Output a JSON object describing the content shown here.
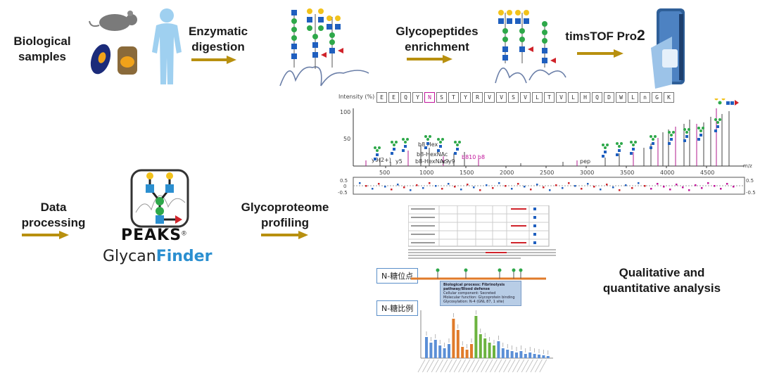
{
  "steps": {
    "biological_samples": "Biological\nsamples",
    "enzymatic_digestion": "Enzymatic\ndigestion",
    "glycopeptides_enrichment": "Glycopeptides\nenrichment",
    "instrument": "timsTOF Pro",
    "instrument_suffix": "2",
    "data_processing": "Data\nprocessing",
    "glycoproteome_profiling": "Glycoproteome\nprofiling",
    "qualitative_quantitative": "Qualitative and\nquantitative analysis"
  },
  "software": {
    "name": "PEAKS",
    "registered": "®",
    "product_prefix": "Glycan",
    "product_suffix": "Finder"
  },
  "spectrum": {
    "y_axis_label": "Intensity (%)",
    "sequence": [
      "E",
      "E",
      "Q",
      "Y",
      "N",
      "S",
      "T",
      "Y",
      "R",
      "V",
      "V",
      "S",
      "V",
      "L",
      "T",
      "V",
      "L",
      "H",
      "Q",
      "D",
      "W",
      "L",
      "n",
      "G",
      "K"
    ],
    "highlight_index": 4,
    "y_ticks": [
      "100",
      "50"
    ],
    "x_ticks": [
      "500",
      "1000",
      "1500",
      "2000",
      "2500",
      "3000",
      "3500",
      "4000",
      "4500"
    ],
    "x_unit": "m/z",
    "peak_labels": [
      "y9(2+)",
      "y5",
      "b8-HexNAc",
      "y9",
      "b8-HexNAc y9",
      "b8 Hex",
      "b810 b8",
      "pep"
    ],
    "err_ticks_left": [
      "0.5",
      "0",
      "-0.5"
    ],
    "err_ticks_right": [
      "0.5",
      "-0.5"
    ]
  },
  "report": {
    "tag_site": "N-糖位点",
    "tag_ratio": "N-糖比例",
    "popup_title": "Biological process: Fibrinolysis pathway/Blood defense",
    "popup_lines": [
      "Cellular component: Secreted",
      "Molecular function: Glycoprotein binding",
      "Glycosylation: N-4 (GNL 87, 1 site)"
    ]
  },
  "colors": {
    "arrow": "#b8900f",
    "glcnac": "#1f5fbf",
    "mannose": "#2ea84a",
    "galactose": "#f2c21b",
    "fucose": "#d0232a",
    "peak": "#b01a8e",
    "bar_blue": "#5b8fd6",
    "bar_orange": "#e07b2a",
    "bar_green": "#6cb33f",
    "peaks_blue": "#2b8fd0"
  }
}
